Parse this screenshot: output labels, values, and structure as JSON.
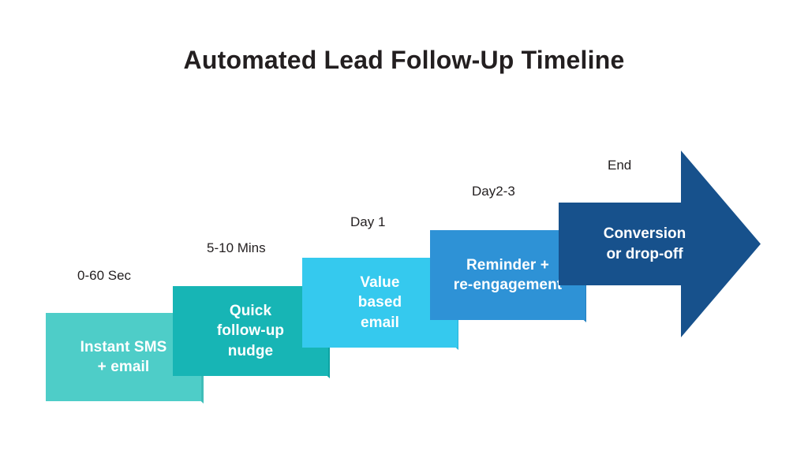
{
  "title": "Automated Lead Follow-Up Timeline",
  "colors": {
    "background": "#ffffff",
    "title_text": "#231f20",
    "label_text": "#231f20",
    "step_text": "#ffffff",
    "step1": "#4ecdc8",
    "step1_shadow": "#3fbdb8",
    "step2": "#17b5b5",
    "step2_shadow": "#0ea3a3",
    "step3": "#35c9ee",
    "step3_shadow": "#27b4da",
    "step4": "#2e92d6",
    "step4_shadow": "#2480c0",
    "step5": "#17518c",
    "step5_shadow": "#10406f"
  },
  "steps": [
    {
      "time_label": "0-60 Sec",
      "text": "Instant SMS\n+ email",
      "color_key": "step1",
      "shape": "rectangle"
    },
    {
      "time_label": "5-10 Mins",
      "text": "Quick\nfollow-up\nnudge",
      "color_key": "step2",
      "shape": "rectangle"
    },
    {
      "time_label": "Day 1",
      "text": "Value\nbased\nemail",
      "color_key": "step3",
      "shape": "rectangle"
    },
    {
      "time_label": "Day2-3",
      "text": "Reminder +\nre-engagement",
      "color_key": "step4",
      "shape": "rectangle"
    },
    {
      "time_label": "End",
      "text": "Conversion\nor drop-off",
      "color_key": "step5",
      "shape": "arrow-right"
    }
  ]
}
